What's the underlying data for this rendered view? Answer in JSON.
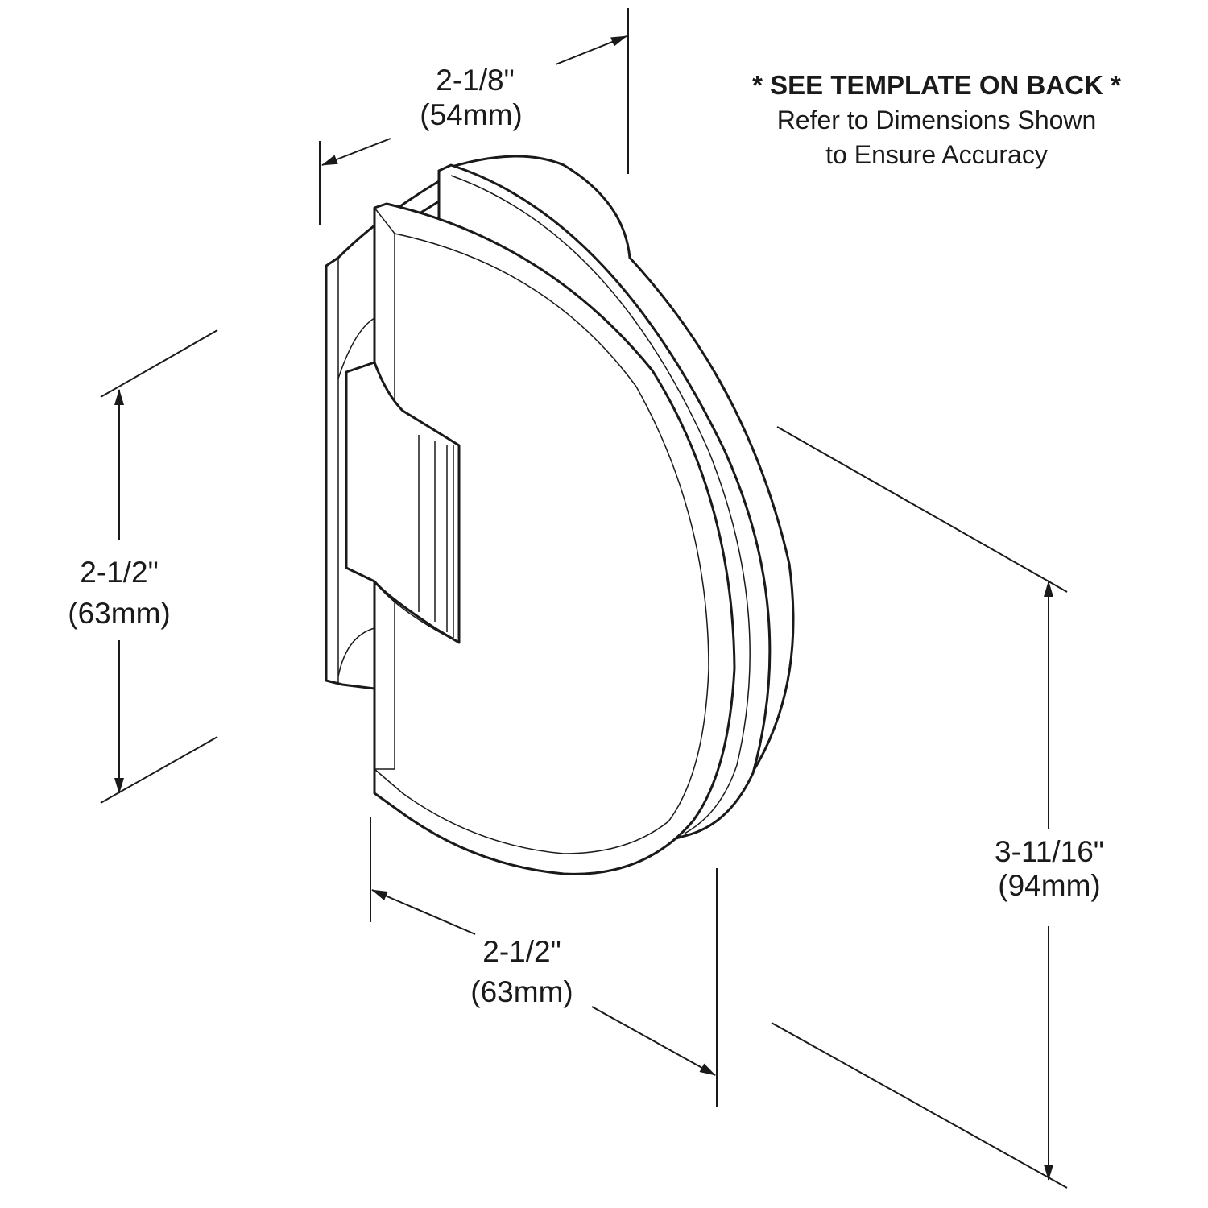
{
  "note": {
    "heading": "* SEE TEMPLATE ON BACK *",
    "line1": "Refer to Dimensions Shown",
    "line2": "to Ensure Accuracy"
  },
  "dimensions": {
    "depth": {
      "imperial": "2-1/8\"",
      "metric": "(54mm)"
    },
    "mount_height": {
      "imperial": "2-1/2\"",
      "metric": "(63mm)"
    },
    "width": {
      "imperial": "2-1/2\"",
      "metric": "(63mm)"
    },
    "overall_height": {
      "imperial": "3-11/16\"",
      "metric": "(94mm)"
    }
  },
  "colors": {
    "line": "#1a1a1a",
    "background": "#ffffff"
  }
}
